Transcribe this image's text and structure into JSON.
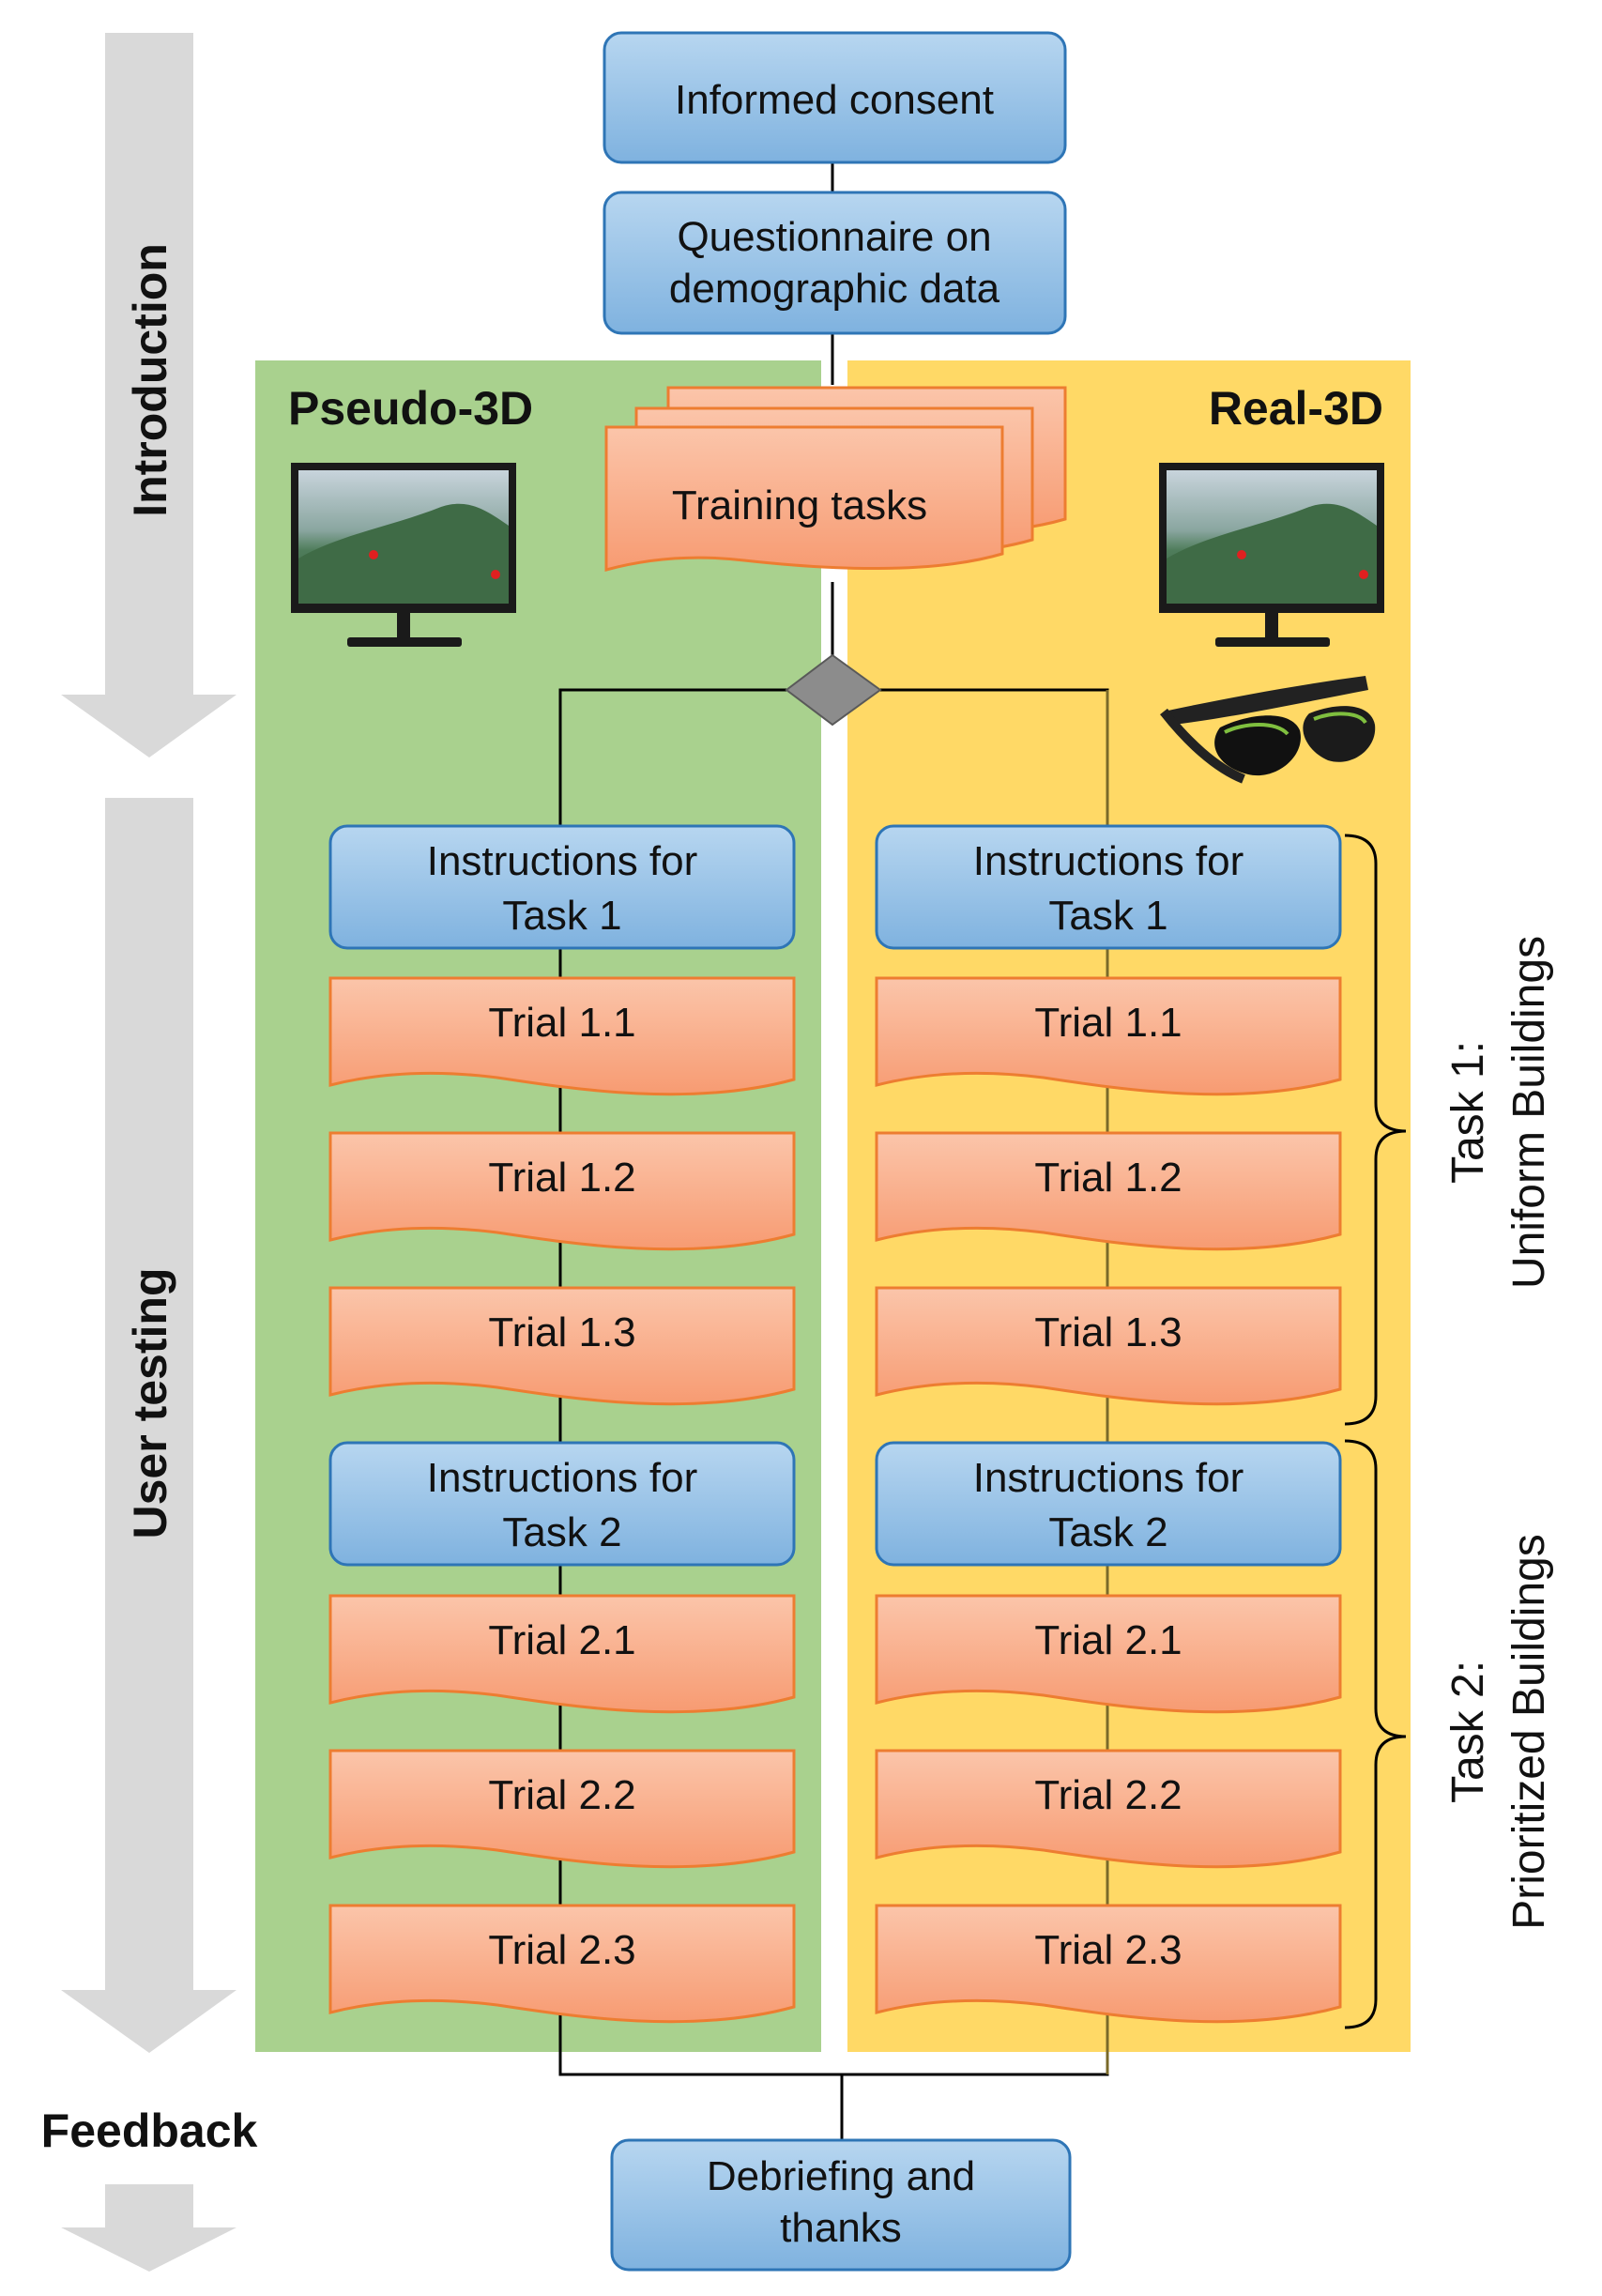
{
  "phases": {
    "introduction": "Introduction",
    "user_testing": "User testing",
    "feedback": "Feedback"
  },
  "top_steps": {
    "consent": "Informed consent",
    "questionnaire_line1": "Questionnaire on",
    "questionnaire_line2": "demographic data",
    "training": "Training tasks"
  },
  "conditions": {
    "pseudo": "Pseudo-3D",
    "real": "Real-3D"
  },
  "columns": [
    {
      "instr1_line1": "Instructions for",
      "instr1_line2": "Task 1",
      "trials1": [
        "Trial 1.1",
        "Trial 1.2",
        "Trial 1.3"
      ],
      "instr2_line1": "Instructions for",
      "instr2_line2": "Task 2",
      "trials2": [
        "Trial 2.1",
        "Trial 2.2",
        "Trial 2.3"
      ]
    },
    {
      "instr1_line1": "Instructions for",
      "instr1_line2": "Task 1",
      "trials1": [
        "Trial 1.1",
        "Trial 1.2",
        "Trial 1.3"
      ],
      "instr2_line1": "Instructions for",
      "instr2_line2": "Task 2",
      "trials2": [
        "Trial 2.1",
        "Trial 2.2",
        "Trial 2.3"
      ]
    }
  ],
  "braces": {
    "task1_line1": "Task 1:",
    "task1_line2": "Uniform Buildings",
    "task2_line1": "Task 2:",
    "task2_line2": "Prioritized Buildings"
  },
  "end_step": {
    "line1": "Debriefing and",
    "line2": "thanks"
  },
  "colors": {
    "pseudo_bg": "#a9d18e",
    "real_bg": "#ffd966",
    "process_fill": "#9dc3e6",
    "process_border": "#2e75b6",
    "trial_fill": "#f8b195",
    "trial_border": "#ed7d31",
    "arrow": "#d9d9d9"
  }
}
